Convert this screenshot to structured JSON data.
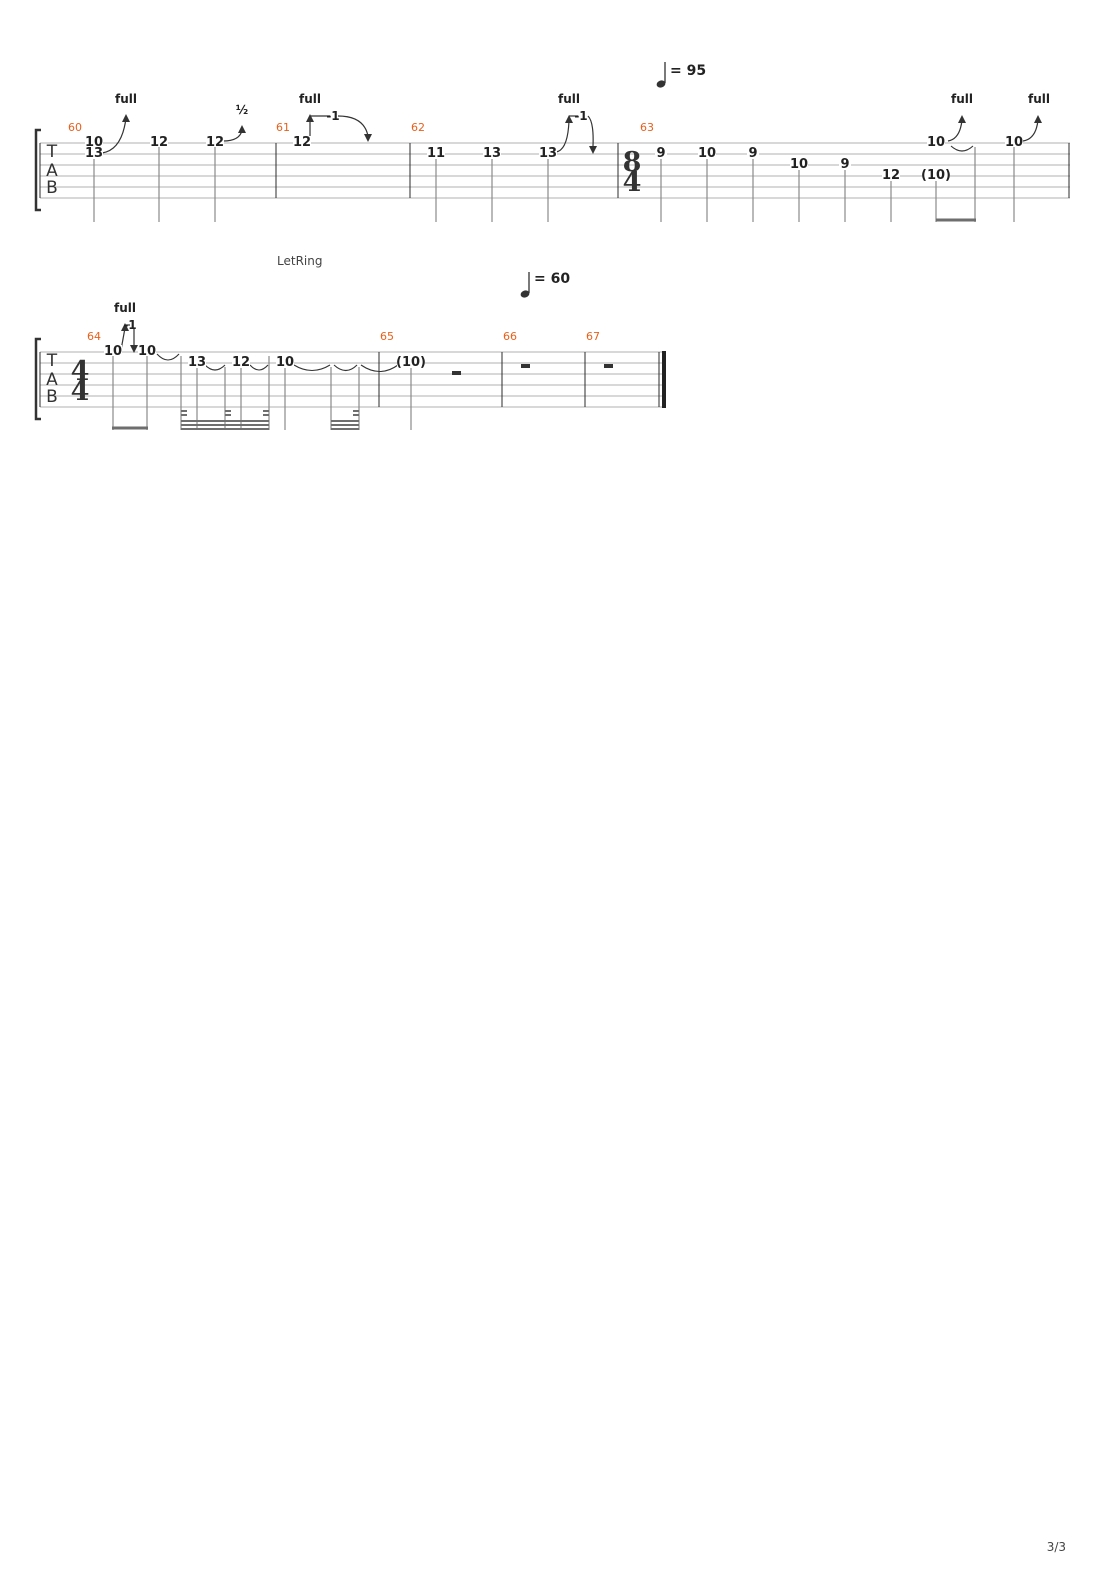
{
  "page": {
    "number_label": "3/3"
  },
  "tab_clef": [
    "T",
    "A",
    "B"
  ],
  "bend_labels": {
    "full": "full",
    "half": "½",
    "release": "-1"
  },
  "systems": [
    {
      "measure_numbers": [
        "60",
        "61",
        "62",
        "63"
      ],
      "tempo": {
        "label": "= 95"
      },
      "time_signature": {
        "top": "8",
        "bottom": "4"
      },
      "notes": [
        "13",
        "10",
        "12",
        "12",
        "12",
        "11",
        "13",
        "13",
        "9",
        "10",
        "9",
        "10",
        "9",
        "12",
        "(10)",
        "10",
        "10"
      ]
    },
    {
      "letring": "LetRing",
      "measure_numbers": [
        "64",
        "65",
        "66",
        "67"
      ],
      "tempo": {
        "label": "= 60"
      },
      "time_signature": {
        "top": "4",
        "bottom": "4"
      },
      "notes": [
        "10",
        "10",
        "13",
        "12",
        "10",
        "(10)"
      ]
    }
  ]
}
